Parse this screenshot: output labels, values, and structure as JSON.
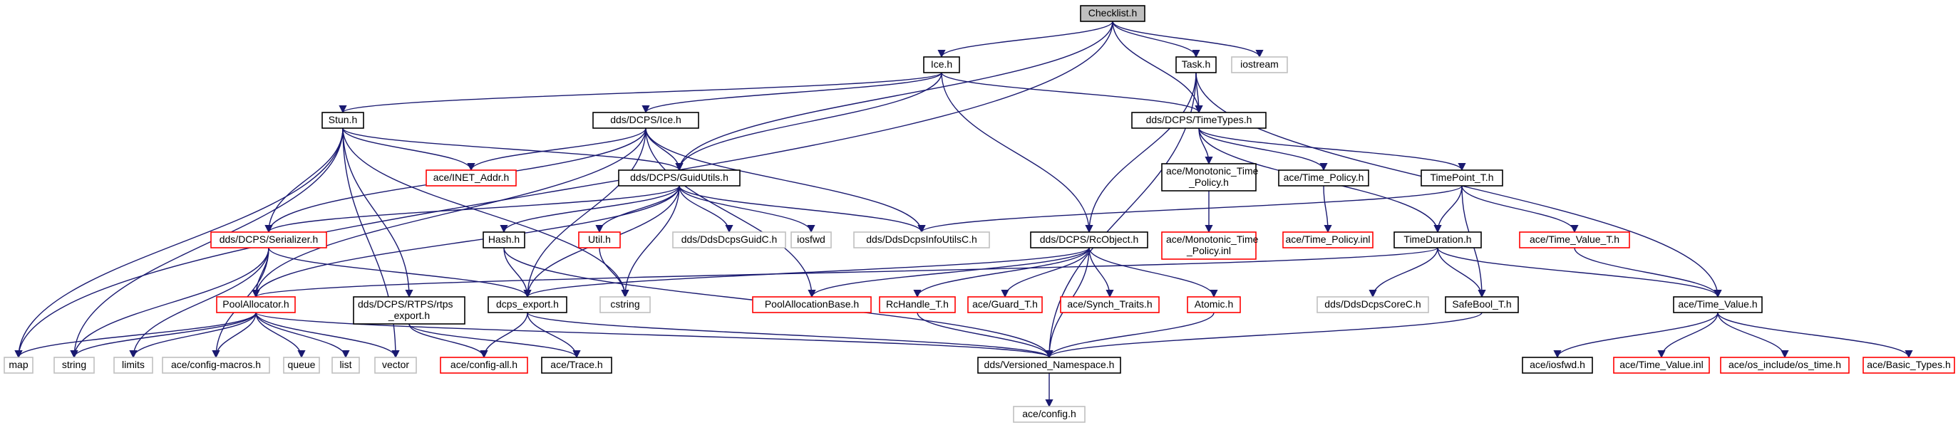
{
  "colors": {
    "edge": "#191970",
    "focus_fill": "#bfbfbf",
    "normal_stroke": "#000000",
    "truncated_stroke": "#ff0000",
    "external_stroke": "#bfbfbf",
    "node_fill": "#ffffff"
  },
  "nodes": [
    {
      "id": "checklist",
      "label": "Checklist.h",
      "kind": "focus"
    },
    {
      "id": "ice_h",
      "label": "Ice.h",
      "kind": "normal"
    },
    {
      "id": "task_h",
      "label": "Task.h",
      "kind": "normal"
    },
    {
      "id": "iostream",
      "label": "iostream",
      "kind": "external"
    },
    {
      "id": "stun_h",
      "label": "Stun.h",
      "kind": "normal"
    },
    {
      "id": "dcps_ice",
      "label": "dds/DCPS/Ice.h",
      "kind": "normal"
    },
    {
      "id": "timetypes",
      "label": "dds/DCPS/TimeTypes.h",
      "kind": "normal"
    },
    {
      "id": "inet_addr",
      "label": "ace/INET_Addr.h",
      "kind": "truncated"
    },
    {
      "id": "guidutils",
      "label": "dds/DCPS/GuidUtils.h",
      "kind": "normal"
    },
    {
      "id": "mono_policy",
      "label": [
        "ace/Monotonic_Time",
        "_Policy.h"
      ],
      "kind": "normal"
    },
    {
      "id": "time_policy",
      "label": "ace/Time_Policy.h",
      "kind": "normal"
    },
    {
      "id": "timepoint",
      "label": "TimePoint_T.h",
      "kind": "normal"
    },
    {
      "id": "serializer",
      "label": "dds/DCPS/Serializer.h",
      "kind": "truncated"
    },
    {
      "id": "hash_h",
      "label": "Hash.h",
      "kind": "normal"
    },
    {
      "id": "util_h",
      "label": "Util.h",
      "kind": "truncated"
    },
    {
      "id": "guidc",
      "label": "dds/DdsDcpsGuidC.h",
      "kind": "external"
    },
    {
      "id": "iosfwd",
      "label": "iosfwd",
      "kind": "external"
    },
    {
      "id": "infoutils",
      "label": "dds/DdsDcpsInfoUtilsC.h",
      "kind": "external"
    },
    {
      "id": "rcobject",
      "label": "dds/DCPS/RcObject.h",
      "kind": "normal"
    },
    {
      "id": "mono_inl",
      "label": [
        "ace/Monotonic_Time",
        "_Policy.inl"
      ],
      "kind": "truncated"
    },
    {
      "id": "time_policy_inl",
      "label": "ace/Time_Policy.inl",
      "kind": "truncated"
    },
    {
      "id": "timeduration",
      "label": "TimeDuration.h",
      "kind": "normal"
    },
    {
      "id": "time_value_t",
      "label": "ace/Time_Value_T.h",
      "kind": "truncated"
    },
    {
      "id": "poolallocator",
      "label": "PoolAllocator.h",
      "kind": "truncated"
    },
    {
      "id": "rtps_export",
      "label": [
        "dds/DCPS/RTPS/rtps",
        "_export.h"
      ],
      "kind": "normal"
    },
    {
      "id": "dcps_export",
      "label": "dcps_export.h",
      "kind": "normal"
    },
    {
      "id": "cstring",
      "label": "cstring",
      "kind": "external"
    },
    {
      "id": "poolallocbase",
      "label": "PoolAllocationBase.h",
      "kind": "truncated"
    },
    {
      "id": "rchandle",
      "label": "RcHandle_T.h",
      "kind": "truncated"
    },
    {
      "id": "guard_t",
      "label": "ace/Guard_T.h",
      "kind": "truncated"
    },
    {
      "id": "synch_traits",
      "label": "ace/Synch_Traits.h",
      "kind": "truncated"
    },
    {
      "id": "atomic_h",
      "label": "Atomic.h",
      "kind": "truncated"
    },
    {
      "id": "corec",
      "label": "dds/DdsDcpsCoreC.h",
      "kind": "external"
    },
    {
      "id": "safebool",
      "label": "SafeBool_T.h",
      "kind": "normal"
    },
    {
      "id": "ace_time_value",
      "label": "ace/Time_Value.h",
      "kind": "normal"
    },
    {
      "id": "map",
      "label": "map",
      "kind": "external"
    },
    {
      "id": "string",
      "label": "string",
      "kind": "external"
    },
    {
      "id": "limits",
      "label": "limits",
      "kind": "external"
    },
    {
      "id": "config_macros",
      "label": "ace/config-macros.h",
      "kind": "external"
    },
    {
      "id": "queue",
      "label": "queue",
      "kind": "external"
    },
    {
      "id": "list",
      "label": "list",
      "kind": "external"
    },
    {
      "id": "vector",
      "label": "vector",
      "kind": "external"
    },
    {
      "id": "config_all",
      "label": "ace/config-all.h",
      "kind": "truncated"
    },
    {
      "id": "trace_h",
      "label": "ace/Trace.h",
      "kind": "normal"
    },
    {
      "id": "versioned_ns",
      "label": "dds/Versioned_Namespace.h",
      "kind": "normal"
    },
    {
      "id": "ace_iosfwd",
      "label": "ace/iosfwd.h",
      "kind": "normal"
    },
    {
      "id": "time_value_inl",
      "label": "ace/Time_Value.inl",
      "kind": "truncated"
    },
    {
      "id": "os_time",
      "label": "ace/os_include/os_time.h",
      "kind": "truncated"
    },
    {
      "id": "basic_types",
      "label": "ace/Basic_Types.h",
      "kind": "truncated"
    },
    {
      "id": "ace_config",
      "label": "ace/config.h",
      "kind": "external"
    }
  ],
  "edges": [
    [
      "checklist",
      "ice_h"
    ],
    [
      "checklist",
      "task_h"
    ],
    [
      "checklist",
      "iostream"
    ],
    [
      "checklist",
      "guidutils"
    ],
    [
      "checklist",
      "timetypes"
    ],
    [
      "checklist",
      "map"
    ],
    [
      "ice_h",
      "stun_h"
    ],
    [
      "ice_h",
      "dcps_ice"
    ],
    [
      "ice_h",
      "timetypes"
    ],
    [
      "ice_h",
      "guidutils"
    ],
    [
      "ice_h",
      "rcobject"
    ],
    [
      "task_h",
      "timetypes"
    ],
    [
      "task_h",
      "rcobject"
    ],
    [
      "task_h",
      "ace_time_value"
    ],
    [
      "task_h",
      "versioned_ns"
    ],
    [
      "stun_h",
      "inet_addr"
    ],
    [
      "stun_h",
      "guidutils"
    ],
    [
      "stun_h",
      "serializer"
    ],
    [
      "stun_h",
      "map"
    ],
    [
      "stun_h",
      "string"
    ],
    [
      "stun_h",
      "vector"
    ],
    [
      "stun_h",
      "rtps_export"
    ],
    [
      "stun_h",
      "cstring"
    ],
    [
      "dcps_ice",
      "inet_addr"
    ],
    [
      "dcps_ice",
      "guidutils"
    ],
    [
      "dcps_ice",
      "serializer"
    ],
    [
      "dcps_ice",
      "infoutils"
    ],
    [
      "dcps_ice",
      "poolallocator"
    ],
    [
      "dcps_ice",
      "dcps_export"
    ],
    [
      "dcps_ice",
      "poolallocbase"
    ],
    [
      "timetypes",
      "mono_policy"
    ],
    [
      "timetypes",
      "time_policy"
    ],
    [
      "timetypes",
      "timepoint"
    ],
    [
      "timetypes",
      "timeduration"
    ],
    [
      "guidutils",
      "serializer"
    ],
    [
      "guidutils",
      "hash_h"
    ],
    [
      "guidutils",
      "util_h"
    ],
    [
      "guidutils",
      "guidc"
    ],
    [
      "guidutils",
      "iosfwd"
    ],
    [
      "guidutils",
      "infoutils"
    ],
    [
      "guidutils",
      "cstring"
    ],
    [
      "guidutils",
      "poolallocator"
    ],
    [
      "guidutils",
      "dcps_export"
    ],
    [
      "mono_policy",
      "mono_inl"
    ],
    [
      "time_policy",
      "time_policy_inl"
    ],
    [
      "timepoint",
      "timeduration"
    ],
    [
      "timepoint",
      "time_value_t"
    ],
    [
      "timepoint",
      "safebool"
    ],
    [
      "timepoint",
      "infoutils"
    ],
    [
      "serializer",
      "poolallocator"
    ],
    [
      "serializer",
      "dcps_export"
    ],
    [
      "serializer",
      "string"
    ],
    [
      "serializer",
      "limits"
    ],
    [
      "serializer",
      "config_macros"
    ],
    [
      "hash_h",
      "dcps_export"
    ],
    [
      "hash_h",
      "versioned_ns"
    ],
    [
      "util_h",
      "cstring"
    ],
    [
      "rcobject",
      "poolallocbase"
    ],
    [
      "rcobject",
      "rchandle"
    ],
    [
      "rcobject",
      "guard_t"
    ],
    [
      "rcobject",
      "synch_traits"
    ],
    [
      "rcobject",
      "atomic_h"
    ],
    [
      "rcobject",
      "dcps_export"
    ],
    [
      "rcobject",
      "versioned_ns"
    ],
    [
      "timeduration",
      "corec"
    ],
    [
      "timeduration",
      "safebool"
    ],
    [
      "timeduration",
      "ace_time_value"
    ],
    [
      "timeduration",
      "poolallocator"
    ],
    [
      "time_value_t",
      "ace_time_value"
    ],
    [
      "poolallocator",
      "map"
    ],
    [
      "poolallocator",
      "string"
    ],
    [
      "poolallocator",
      "limits"
    ],
    [
      "poolallocator",
      "config_macros"
    ],
    [
      "poolallocator",
      "queue"
    ],
    [
      "poolallocator",
      "list"
    ],
    [
      "poolallocator",
      "vector"
    ],
    [
      "poolallocator",
      "versioned_ns"
    ],
    [
      "rtps_export",
      "config_all"
    ],
    [
      "rtps_export",
      "trace_h"
    ],
    [
      "dcps_export",
      "config_all"
    ],
    [
      "dcps_export",
      "trace_h"
    ],
    [
      "dcps_export",
      "versioned_ns"
    ],
    [
      "rchandle",
      "versioned_ns"
    ],
    [
      "atomic_h",
      "versioned_ns"
    ],
    [
      "safebool",
      "versioned_ns"
    ],
    [
      "ace_time_value",
      "ace_iosfwd"
    ],
    [
      "ace_time_value",
      "time_value_inl"
    ],
    [
      "ace_time_value",
      "os_time"
    ],
    [
      "ace_time_value",
      "basic_types"
    ],
    [
      "versioned_ns",
      "ace_config"
    ]
  ]
}
